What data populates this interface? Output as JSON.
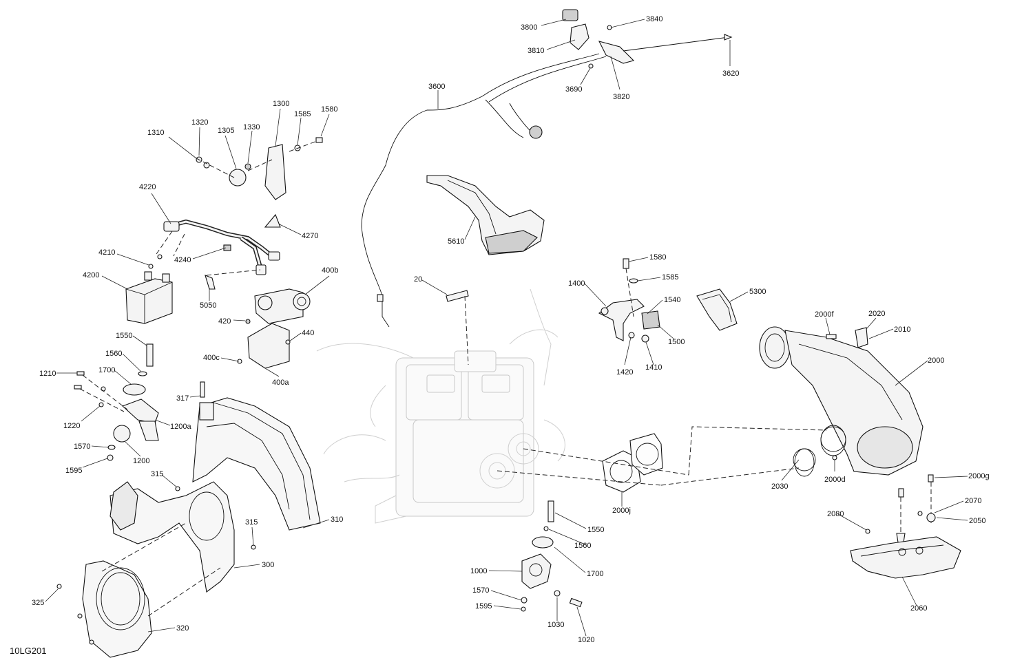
{
  "drawing_code": "10LG201",
  "callouts": [
    {
      "id": "3800",
      "text": "3800"
    },
    {
      "id": "3840",
      "text": "3840"
    },
    {
      "id": "3810",
      "text": "3810"
    },
    {
      "id": "3620",
      "text": "3620"
    },
    {
      "id": "3690",
      "text": "3690"
    },
    {
      "id": "3820",
      "text": "3820"
    },
    {
      "id": "3600",
      "text": "3600"
    },
    {
      "id": "1300",
      "text": "1300"
    },
    {
      "id": "1585a",
      "text": "1585"
    },
    {
      "id": "1580a",
      "text": "1580"
    },
    {
      "id": "1320",
      "text": "1320"
    },
    {
      "id": "1330",
      "text": "1330"
    },
    {
      "id": "1305",
      "text": "1305"
    },
    {
      "id": "1310",
      "text": "1310"
    },
    {
      "id": "4220",
      "text": "4220"
    },
    {
      "id": "4270",
      "text": "4270"
    },
    {
      "id": "5610",
      "text": "5610"
    },
    {
      "id": "4210",
      "text": "4210"
    },
    {
      "id": "4240",
      "text": "4240"
    },
    {
      "id": "4200",
      "text": "4200"
    },
    {
      "id": "400b",
      "text": "400b"
    },
    {
      "id": "5050",
      "text": "5050"
    },
    {
      "id": "20",
      "text": "20"
    },
    {
      "id": "420",
      "text": "420"
    },
    {
      "id": "1580b",
      "text": "1580"
    },
    {
      "id": "1585b",
      "text": "1585"
    },
    {
      "id": "1400",
      "text": "1400"
    },
    {
      "id": "1540",
      "text": "1540"
    },
    {
      "id": "5300",
      "text": "5300"
    },
    {
      "id": "1500",
      "text": "1500"
    },
    {
      "id": "440",
      "text": "440"
    },
    {
      "id": "400c",
      "text": "400c"
    },
    {
      "id": "400a",
      "text": "400a"
    },
    {
      "id": "1550a",
      "text": "1550"
    },
    {
      "id": "1560a",
      "text": "1560"
    },
    {
      "id": "1210",
      "text": "1210"
    },
    {
      "id": "1700a",
      "text": "1700"
    },
    {
      "id": "1420",
      "text": "1420"
    },
    {
      "id": "1410",
      "text": "1410"
    },
    {
      "id": "2000f",
      "text": "2000f"
    },
    {
      "id": "2020",
      "text": "2020"
    },
    {
      "id": "2010",
      "text": "2010"
    },
    {
      "id": "2000",
      "text": "2000"
    },
    {
      "id": "317",
      "text": "317"
    },
    {
      "id": "1220",
      "text": "1220"
    },
    {
      "id": "1200a",
      "text": "1200a"
    },
    {
      "id": "1570a",
      "text": "1570"
    },
    {
      "id": "1200",
      "text": "1200"
    },
    {
      "id": "1595a",
      "text": "1595"
    },
    {
      "id": "315a",
      "text": "315"
    },
    {
      "id": "2000d",
      "text": "2000d"
    },
    {
      "id": "2000g",
      "text": "2000g"
    },
    {
      "id": "2030",
      "text": "2030"
    },
    {
      "id": "2070",
      "text": "2070"
    },
    {
      "id": "2000j",
      "text": "2000j"
    },
    {
      "id": "2080",
      "text": "2080"
    },
    {
      "id": "2050",
      "text": "2050"
    },
    {
      "id": "310",
      "text": "310"
    },
    {
      "id": "315b",
      "text": "315"
    },
    {
      "id": "1550b",
      "text": "1550"
    },
    {
      "id": "1560b",
      "text": "1560"
    },
    {
      "id": "300",
      "text": "300"
    },
    {
      "id": "1000",
      "text": "1000"
    },
    {
      "id": "1700b",
      "text": "1700"
    },
    {
      "id": "1570b",
      "text": "1570"
    },
    {
      "id": "325",
      "text": "325"
    },
    {
      "id": "1595b",
      "text": "1595"
    },
    {
      "id": "2060",
      "text": "2060"
    },
    {
      "id": "1030",
      "text": "1030"
    },
    {
      "id": "320",
      "text": "320"
    },
    {
      "id": "1020",
      "text": "1020"
    }
  ]
}
